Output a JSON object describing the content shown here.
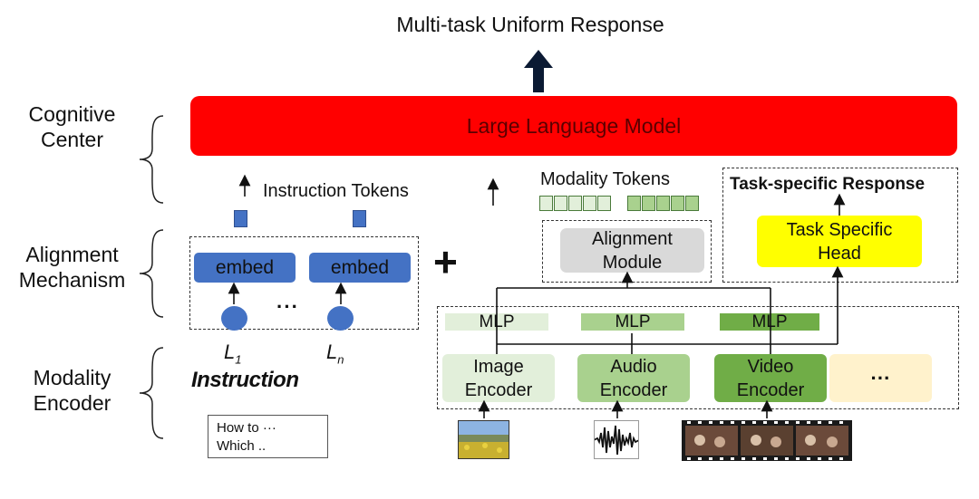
{
  "title": "Multi-task Uniform Response",
  "categories": {
    "cognitive": [
      "Cognitive",
      "Center"
    ],
    "alignment": [
      "Alignment",
      "Mechanism"
    ],
    "modality": [
      "Modality",
      "Encoder"
    ]
  },
  "llm_label": "Large Language Model",
  "instruction_tokens_label": "Instruction Tokens",
  "modality_tokens_label": "Modality Tokens",
  "task_response_label": "Task-specific Response",
  "task_head": [
    "Task Specific",
    "Head"
  ],
  "alignment_module": [
    "Alignment",
    "Module"
  ],
  "embed_label": "embed",
  "ellipsis": "···",
  "plus": "+",
  "instr_l1": {
    "base": "L",
    "sub": "1"
  },
  "instr_ln": {
    "base": "L",
    "sub": "n"
  },
  "instruction_label": "Instruction",
  "instruction_text": [
    "How to ···",
    "Which .."
  ],
  "mlp_label": "MLP",
  "encoders": {
    "image": [
      "Image",
      "Encoder"
    ],
    "audio": [
      "Audio",
      "Encoder"
    ],
    "video": [
      "Video",
      "Encoder"
    ],
    "more": "···"
  },
  "colors": {
    "llm": "#ff0000",
    "embed": "#4472c4",
    "task_head": "#ffff00",
    "alignment_module": "#d9d9d9",
    "image_encoder": "#e2efda",
    "audio_encoder": "#a9d18e",
    "video_encoder": "#70ad47",
    "more_encoder": "#fff2cc"
  }
}
